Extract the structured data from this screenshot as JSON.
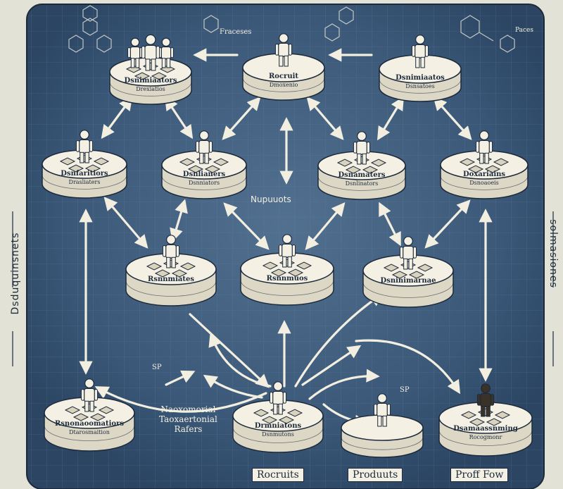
{
  "colors": {
    "paper": "#e3e2d6",
    "panel": "#3e5d7d",
    "panel_dark": "#243a55",
    "cream": "#f4f1e4",
    "ink": "#1d2a3c",
    "line": "#f3efe0"
  },
  "labels": {
    "center": "Nupuuots",
    "left_side": "Dsduquinsnets",
    "right_side": "solmasiones",
    "top_left_note": "Fraceses",
    "top_right_note": "Paces",
    "bottom_note_line1": "Naoxomorial",
    "bottom_note_line2": "Taoxaertonial",
    "bottom_note_line3": "Rafers",
    "sp_left": "SP",
    "sp_right": "SP"
  },
  "footer": {
    "recruits": "Rocruits",
    "products": "Produuts",
    "profit": "Proff Fow"
  },
  "nodes": [
    {
      "id": "t1",
      "label": "Dsnimiaators",
      "sublabel": "Drexiatios"
    },
    {
      "id": "t2",
      "label": "Rocruit",
      "sublabel": "Dmoxenio"
    },
    {
      "id": "t3",
      "label": "Dsnimiaatos",
      "sublabel": "Dsnsatoes"
    },
    {
      "id": "m1",
      "label": "Dsnfaritiors",
      "sublabel": "Drasliaters"
    },
    {
      "id": "m2",
      "label": "Dsnlianers",
      "sublabel": "Dsnniators"
    },
    {
      "id": "m3",
      "label": "Dsnamaters",
      "sublabel": "Dsnlinators"
    },
    {
      "id": "m4",
      "label": "Doxariains",
      "sublabel": "Dsnoaoeis"
    },
    {
      "id": "l1",
      "label": "Rsnnmiates",
      "sublabel": ""
    },
    {
      "id": "l2",
      "label": "Rsnnmuos",
      "sublabel": ""
    },
    {
      "id": "l3",
      "label": "Dsninimarnae",
      "sublabel": ""
    },
    {
      "id": "b1",
      "label": "Rsnonaoomatiors",
      "sublabel": "Dtarosmaition"
    },
    {
      "id": "b2",
      "label": "Drmniatons",
      "sublabel": "Dsnmutons"
    },
    {
      "id": "b3",
      "label": "",
      "sublabel": ""
    },
    {
      "id": "b4",
      "label": "Dsamaassnming",
      "sublabel": "Rocogmonr"
    }
  ]
}
